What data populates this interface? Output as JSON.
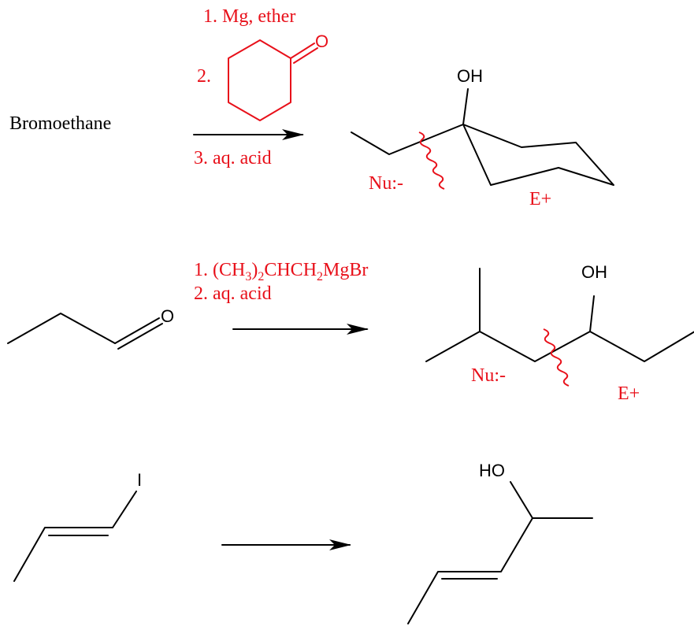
{
  "reaction1": {
    "reactant_name": "Bromoethane",
    "step1": "1. Mg, ether",
    "step2": "2.",
    "step3": "3. aq. acid",
    "reagent_atom_o": "O",
    "product_oh": "OH",
    "nu_label": "Nu:-",
    "e_label": "E+"
  },
  "reaction2": {
    "step1_prefix": "1. (CH",
    "step1_sub1": "3",
    "step1_mid": ")",
    "step1_sub2": "2",
    "step1_mid2": "CHCH",
    "step1_sub3": "2",
    "step1_suffix": "MgBr",
    "step2": "2. aq. acid",
    "reactant_atom_o": "O",
    "product_oh": "OH",
    "nu_label": "Nu:-",
    "e_label": "E+"
  },
  "reaction3": {
    "reactant_atom_i": "I",
    "product_ho": "HO"
  },
  "colors": {
    "annotation": "#e8101a",
    "structure": "#000000"
  }
}
